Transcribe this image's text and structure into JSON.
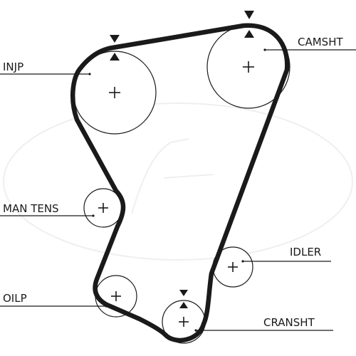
{
  "diagram": {
    "labels": {
      "injp": "INJP",
      "camsht": "CAMSHT",
      "man_tens": "MAN TENS",
      "idler": "IDLER",
      "oilp": "OILP",
      "cranshnt": "CRANSHT"
    }
  },
  "colors": {
    "ink": "#1a1a1a",
    "background": "#ffffff",
    "watermark": "#efefef"
  }
}
